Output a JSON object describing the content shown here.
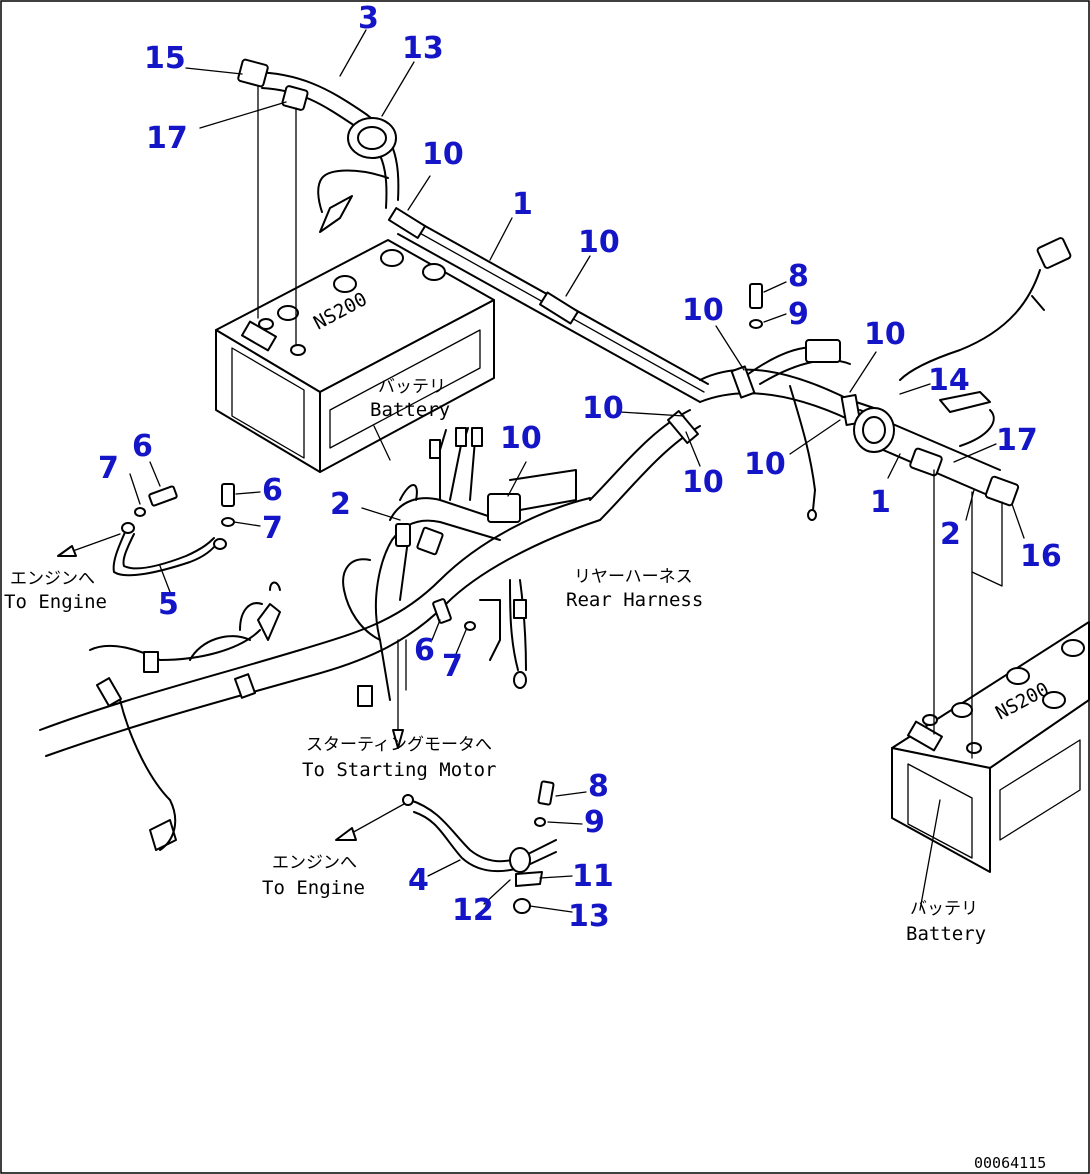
{
  "callouts": {
    "n1a": "1",
    "n1b": "1",
    "n2a": "2",
    "n2b": "2",
    "n3": "3",
    "n4": "4",
    "n5": "5",
    "n6a": "6",
    "n6b": "6",
    "n6c": "6",
    "n7a": "7",
    "n7b": "7",
    "n7c": "7",
    "n8a": "8",
    "n8b": "8",
    "n9a": "9",
    "n9b": "9",
    "n10a": "10",
    "n10b": "10",
    "n10c": "10",
    "n10d": "10",
    "n10e": "10",
    "n10f": "10",
    "n10g": "10",
    "n10h": "10",
    "n11": "11",
    "n12": "12",
    "n13a": "13",
    "n13b": "13",
    "n14": "14",
    "n15": "15",
    "n16": "16",
    "n17a": "17",
    "n17b": "17"
  },
  "labels": {
    "battery_top_jp": "バッテリ",
    "battery_top_en": "Battery",
    "battery_right_jp": "バッテリ",
    "battery_right_en": "Battery",
    "to_engine_a_jp": "エンジンへ",
    "to_engine_a_en": "To Engine",
    "to_engine_b_jp": "エンジンへ",
    "to_engine_b_en": "To Engine",
    "rear_harness_jp": "リヤーハーネス",
    "rear_harness_en": "Rear Harness",
    "starting_motor_jp": "スターティングモータへ",
    "starting_motor_en": "To Starting Motor",
    "battery_marking_a": "NS200",
    "battery_marking_b": "NS200"
  },
  "drawing_code": "00064115"
}
